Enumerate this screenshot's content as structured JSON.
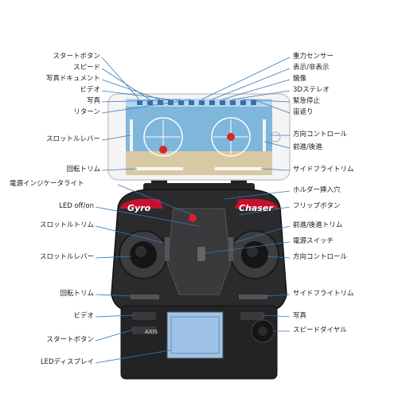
{
  "labels": {
    "start_button_top": "スタートボタン",
    "speed": "スピード",
    "photo_document": "写真ドキュメント",
    "video_top": "ビデオ",
    "photo_top": "写真",
    "return": "リターン",
    "throttle_lever_top": "スロットルレバー",
    "rotation_trim_top": "回転トリム",
    "gravity_sensor": "重力センサー",
    "show_hide": "表示/非表示",
    "mirror": "鏡像",
    "stereo_3d": "3Dステレオ",
    "emergency_stop": "緊急停止",
    "flip_top": "宙返り",
    "direction_control_top": "方向コントロール",
    "forward_backward_top": "前進/後進",
    "side_fly_trim_top": "サイドフライトリム",
    "power_indicator_light": "電源インジケータライト",
    "led_onoff": "LED off/on",
    "throttle_trim": "スロットルトリム",
    "throttle_lever_bottom": "スロットルレバー",
    "rotation_trim_bottom": "回転トリム",
    "video_bottom": "ビデオ",
    "start_button_bottom": "スタートボタン",
    "led_display": "LEDディスプレイ",
    "holder_slot": "ホルダー挿入穴",
    "flip_button": "フリップボタン",
    "forward_backward_trim": "前進/後進トリム",
    "power_switch": "電源スイッチ",
    "direction_control_bottom": "方向コントロール",
    "side_fly_trim_bottom": "サイドフライトリム",
    "photo_bottom": "写真",
    "speed_dial": "スピードダイヤル"
  },
  "device": {
    "brand_left": "Gyro",
    "brand_right": "Chaser",
    "lcd_brand": "AXIS"
  },
  "colors": {
    "body": "#2b2b2d",
    "accent_red": "#c8102e",
    "sky": "#7fb6dc",
    "sand": "#d8c9a4",
    "lcd": "#9ec3e6"
  }
}
